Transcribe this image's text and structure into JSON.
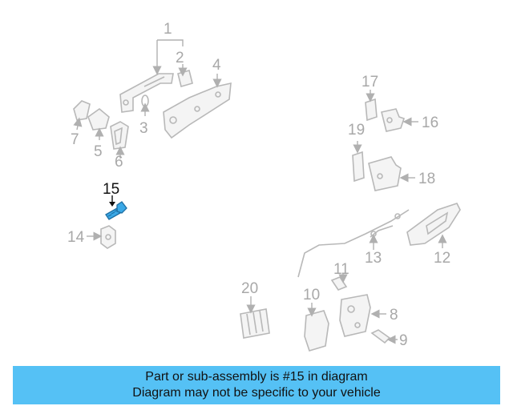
{
  "diagram": {
    "highlight_color": "#3aa8e6",
    "callouts": [
      {
        "id": "1",
        "label": "1"
      },
      {
        "id": "2",
        "label": "2"
      },
      {
        "id": "3",
        "label": "3"
      },
      {
        "id": "4",
        "label": "4"
      },
      {
        "id": "5",
        "label": "5"
      },
      {
        "id": "6",
        "label": "6"
      },
      {
        "id": "7",
        "label": "7"
      },
      {
        "id": "8",
        "label": "8"
      },
      {
        "id": "9",
        "label": "9"
      },
      {
        "id": "10",
        "label": "10"
      },
      {
        "id": "11",
        "label": "11"
      },
      {
        "id": "12",
        "label": "12"
      },
      {
        "id": "13",
        "label": "13"
      },
      {
        "id": "14",
        "label": "14"
      },
      {
        "id": "15",
        "label": "15",
        "highlighted": true
      },
      {
        "id": "16",
        "label": "16"
      },
      {
        "id": "17",
        "label": "17"
      },
      {
        "id": "18",
        "label": "18"
      },
      {
        "id": "19",
        "label": "19"
      },
      {
        "id": "20",
        "label": "20"
      }
    ]
  },
  "caption": {
    "line1": "Part or sub-assembly is #15 in diagram",
    "line2": "Diagram may not be specific to your vehicle",
    "background": "#55c1f5"
  }
}
